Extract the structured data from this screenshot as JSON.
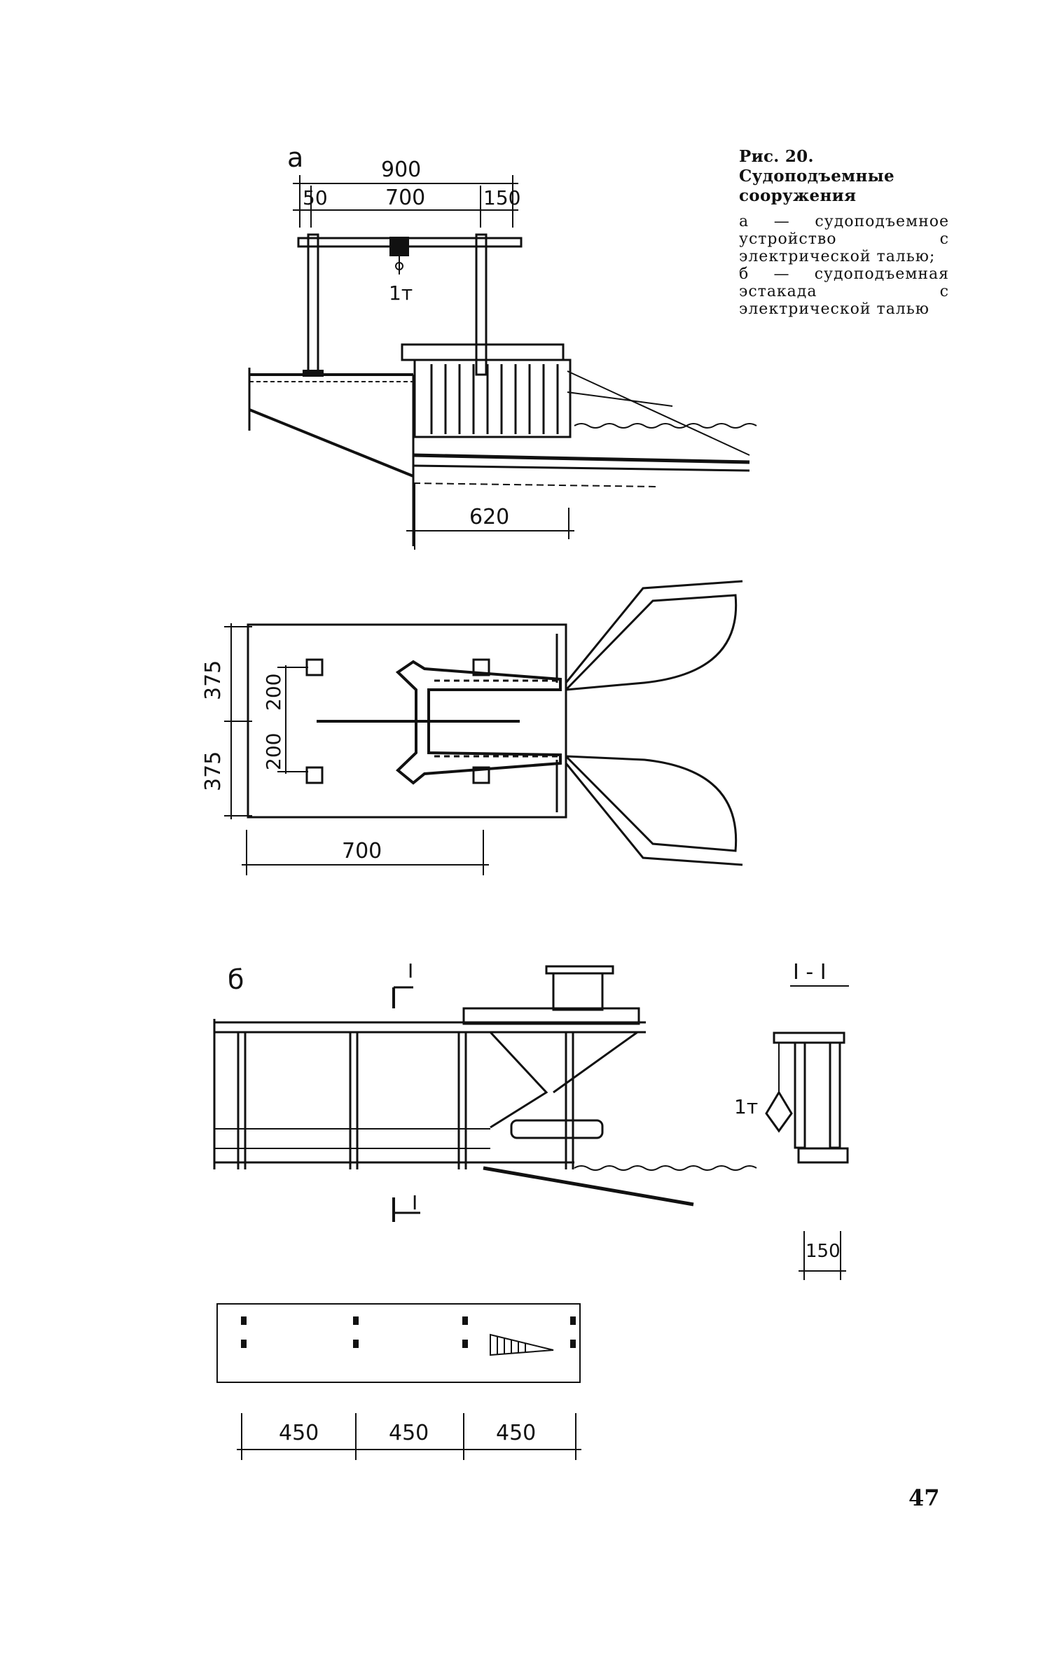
{
  "caption": {
    "title": "Рис. 20. Судоподъемные сооружения",
    "line1": "а — судоподъемное устройство с электрической талью;",
    "line2": "б — судоподъемная эстакада с электрической талью"
  },
  "figure_a": {
    "label": "а",
    "dim_total": "900",
    "dim_left": "50",
    "dim_mid": "700",
    "dim_right": "150",
    "hoist_capacity": "1т",
    "dim_bottom": "620",
    "plan_dim_top": "375",
    "plan_dim_bottom": "375",
    "plan_dim_inner_top": "200",
    "plan_dim_inner_bottom": "200",
    "plan_dim_width": "700"
  },
  "figure_b": {
    "label": "б",
    "section_mark_top": "I",
    "section_mark_bottom": "I",
    "section_title": "I - I",
    "hoist_capacity": "1т",
    "dim_section": "150",
    "span1": "450",
    "span2": "450",
    "span3": "450"
  },
  "page_number": "47"
}
